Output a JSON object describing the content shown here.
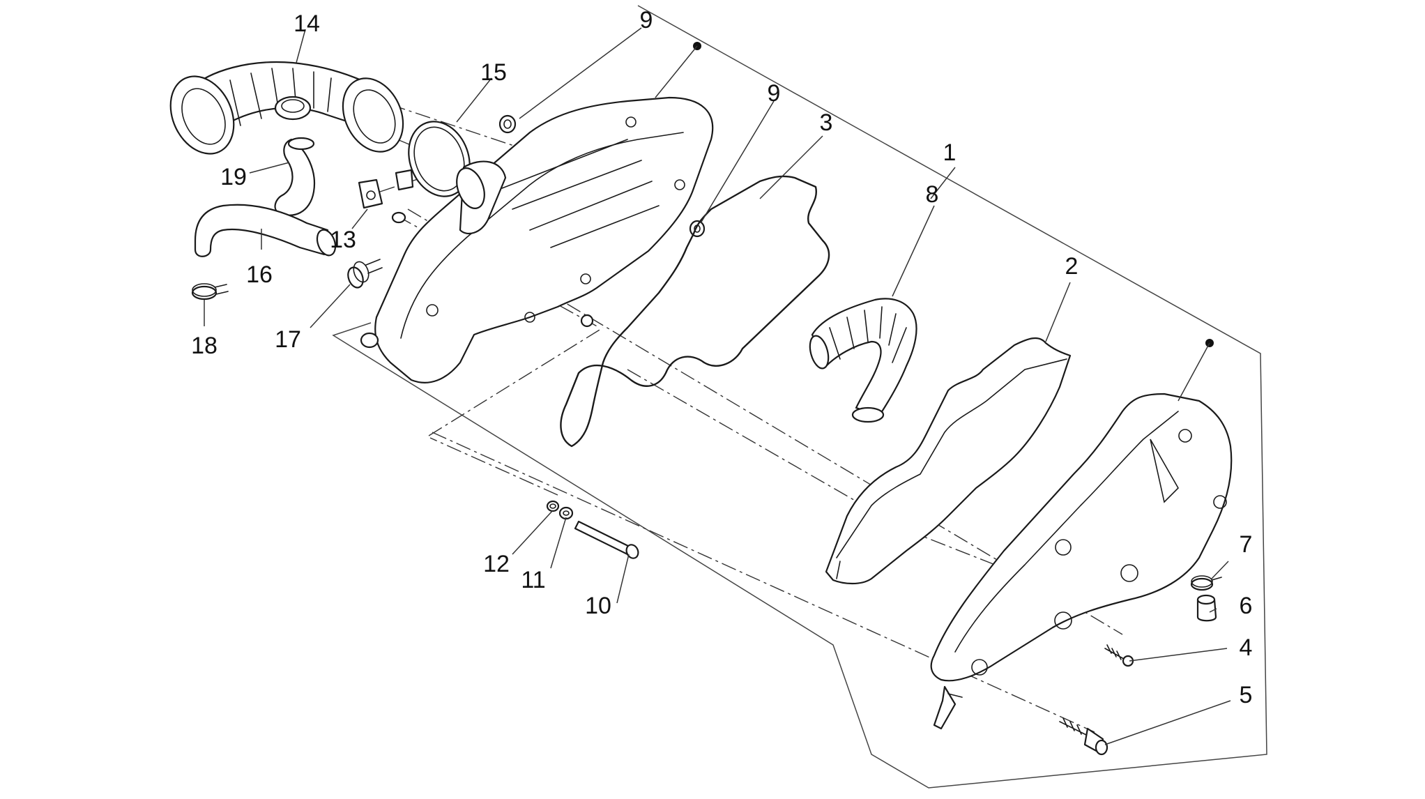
{
  "diagram": {
    "callouts": {
      "n1": "1",
      "n2": "2",
      "n3": "3",
      "n4": "4",
      "n5": "5",
      "n6": "6",
      "n7": "7",
      "n8": "8",
      "n9a": "9",
      "n9b": "9",
      "n10": "10",
      "n11": "11",
      "n12": "12",
      "n13": "13",
      "n14": "14",
      "n15": "15",
      "n16": "16",
      "n17": "17",
      "n18": "18",
      "n19": "19"
    },
    "colors": {
      "line": "#1a1a1a",
      "background": "#ffffff",
      "marker": "#111111"
    }
  }
}
